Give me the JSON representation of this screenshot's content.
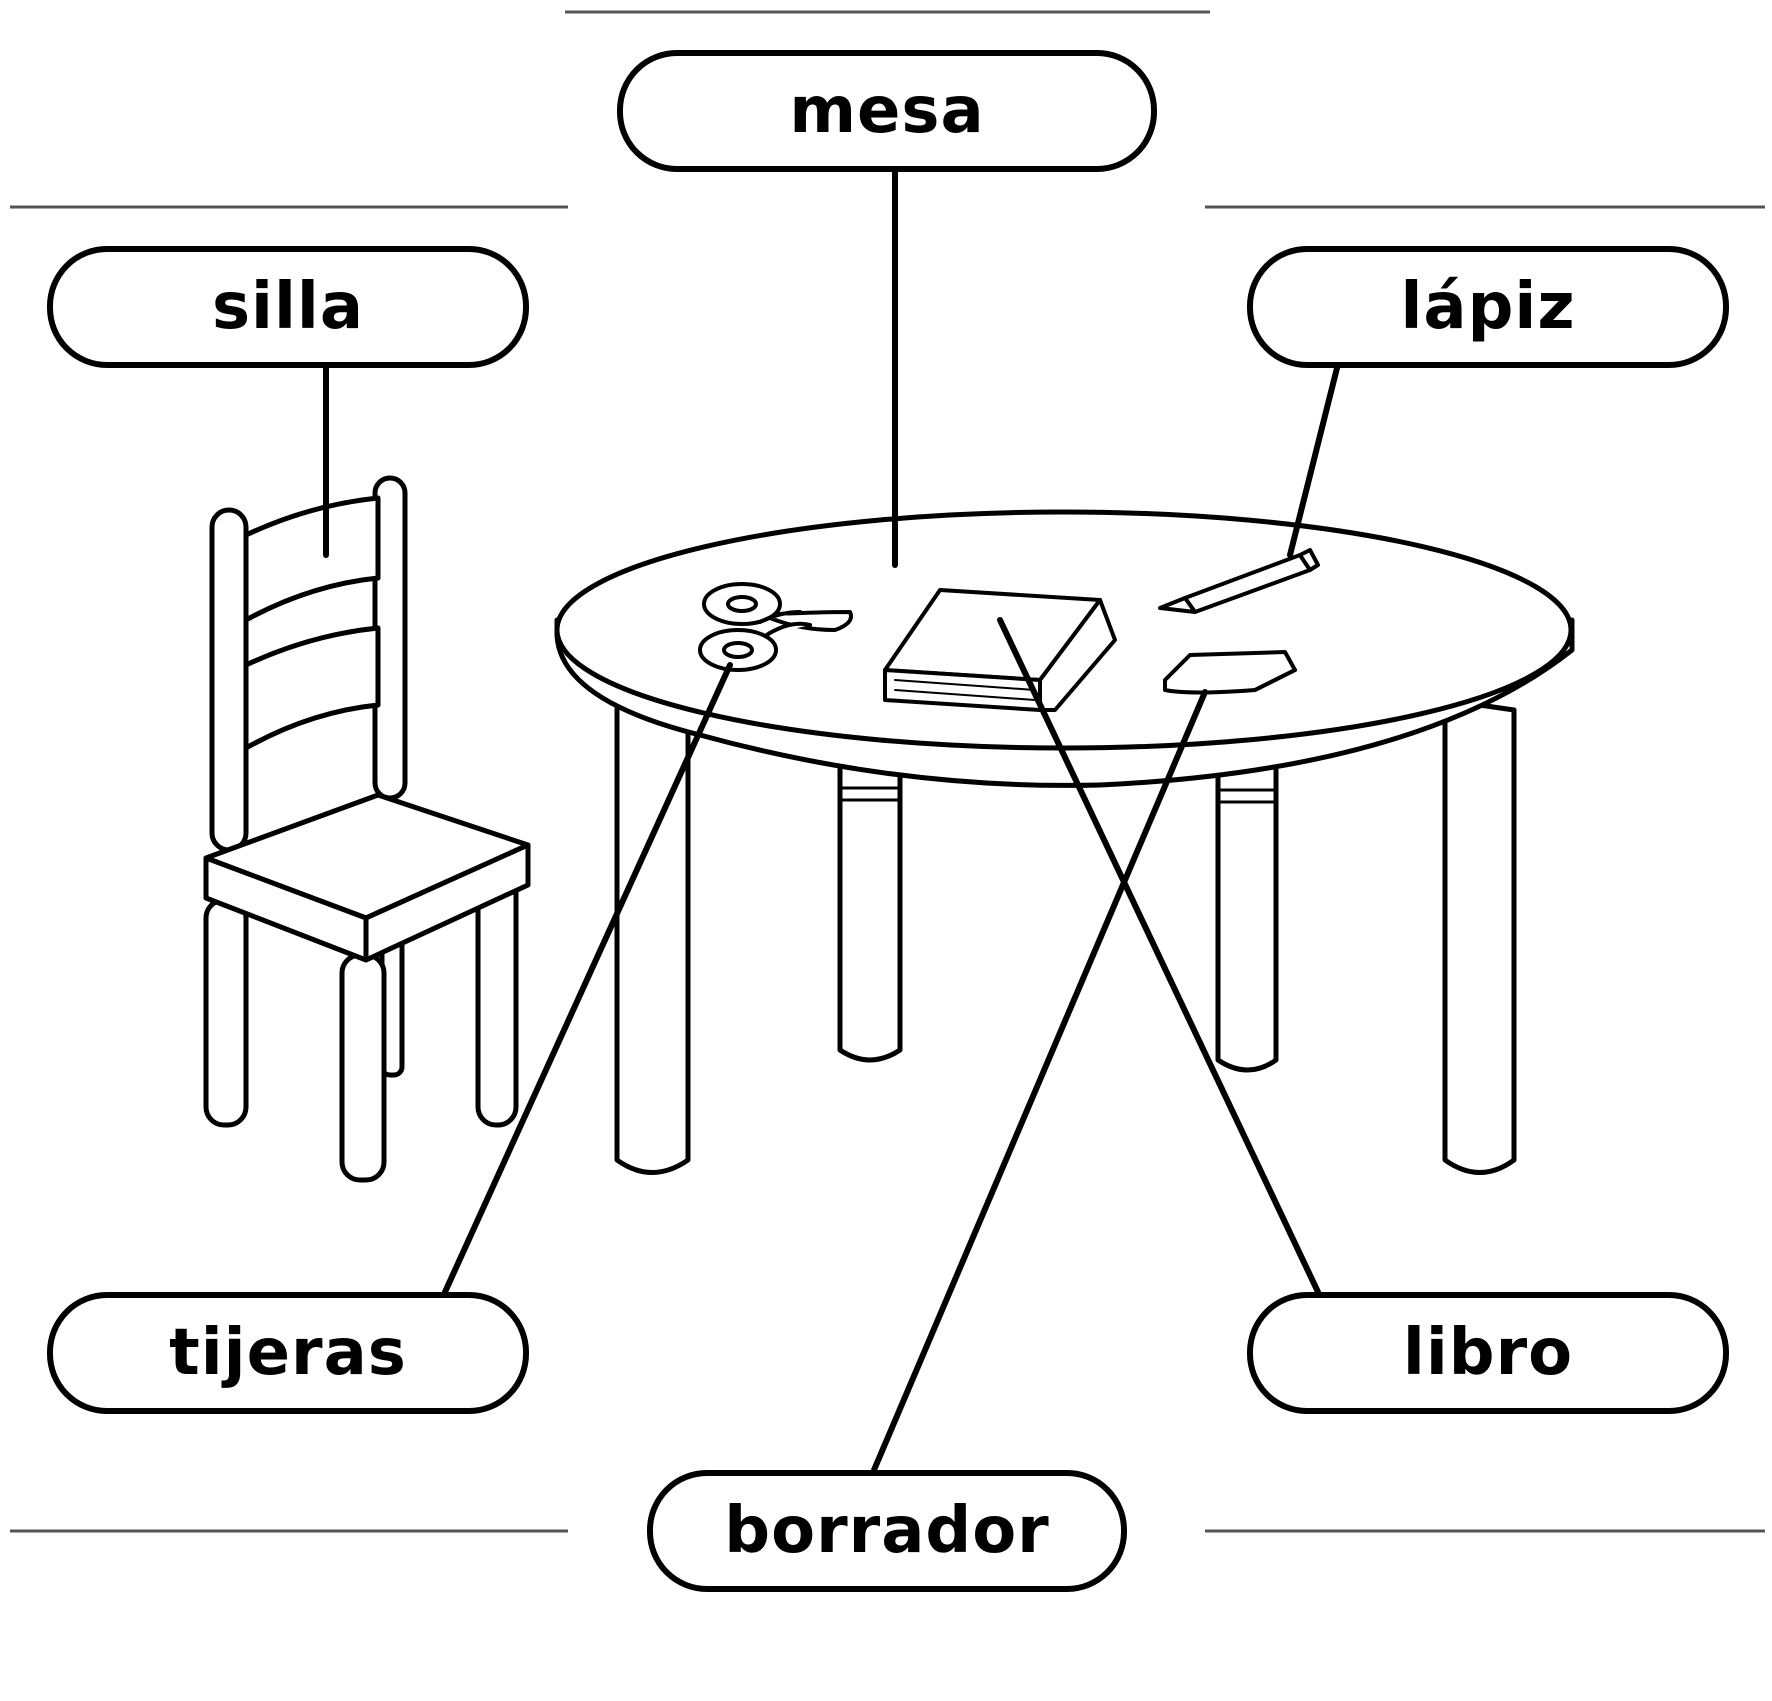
{
  "labels": {
    "mesa": "mesa",
    "silla": "silla",
    "lapiz": "lápiz",
    "tijeras": "tijeras",
    "libro": "libro",
    "borrador": "borrador"
  },
  "colors": {
    "ink": "#000000",
    "paper": "#ffffff",
    "rule": "#555555"
  }
}
